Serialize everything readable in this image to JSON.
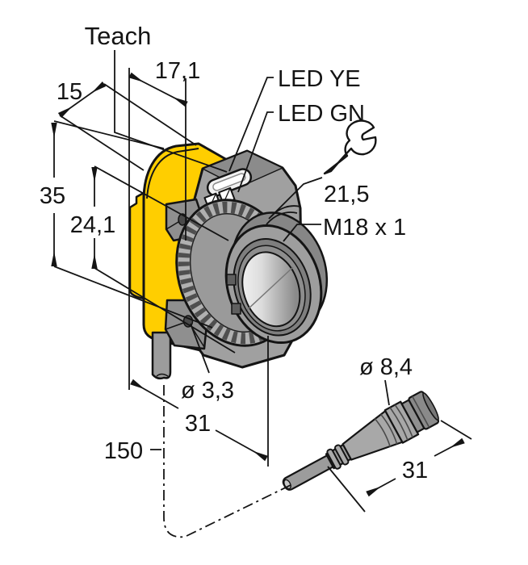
{
  "drawing": {
    "kind": "technical-dimension-drawing",
    "labels": {
      "teach": "Teach",
      "dim_top_depth": "17,1",
      "dim_body_width": "15",
      "dim_total_height": "35",
      "dim_front_height": "24,1",
      "led_yellow": "LED YE",
      "led_green": "LED GN",
      "wrench_size": "21,5",
      "thread_spec": "M18 x 1",
      "mount_hole_diameter": "ø 3,3",
      "dim_body_depth": "31",
      "dim_cable_length": "150",
      "connector_diameter": "ø 8,4",
      "dim_connector_length": "31"
    },
    "icons": {
      "wrench": "wrench-icon"
    },
    "colors": {
      "housing_yellow": "#ffce00",
      "housing_gray": "#a0a0a0",
      "metal_dark": "#6e6e6e",
      "nut_teeth": "#4f4f4f",
      "cable_gray": "#9c9c9c",
      "lens_light": "#f8f8f8",
      "lens_dark": "#8a8a8a",
      "line": "#141414"
    }
  }
}
